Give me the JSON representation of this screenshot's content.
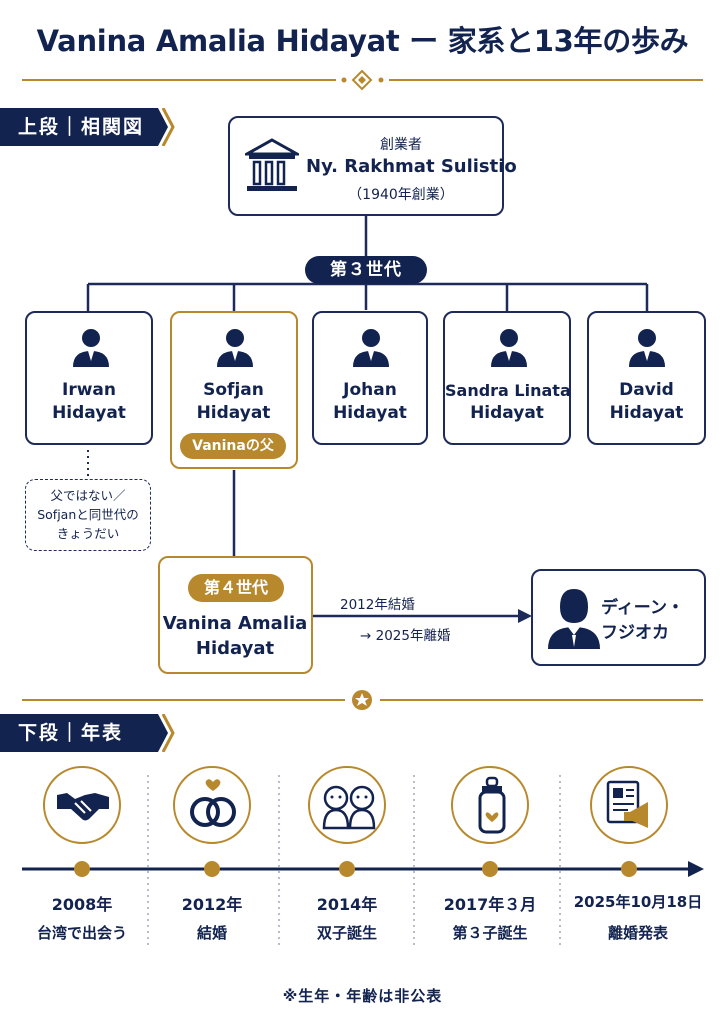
{
  "title": "Vanina Amalia Hidayat ー 家系と13年の歩み",
  "upper_section": "上段｜相関図",
  "lower_section": "下段｜年表",
  "founder": {
    "role": "創業者",
    "name": "Ny. Rakhmat Sulistio",
    "note": "（1940年創業）"
  },
  "generation3": {
    "label": "第３世代",
    "members": [
      {
        "first": "Irwan",
        "last": "Hidayat"
      },
      {
        "first": "Sofjan",
        "last": "Hidayat",
        "badge": "Vaninaの父"
      },
      {
        "first": "Johan",
        "last": "Hidayat"
      },
      {
        "first": "Sandra Linata",
        "last": "Hidayat"
      },
      {
        "first": "David",
        "last": "Hidayat"
      }
    ]
  },
  "irwan_note": [
    "父ではない／",
    "Sofjanと同世代の",
    "きょうだい"
  ],
  "generation4": {
    "label": "第４世代",
    "name_line1": "Vanina Amalia",
    "name_line2": "Hidayat"
  },
  "marriage": {
    "line1": "2012年結婚",
    "line2": "→ 2025年離婚"
  },
  "spouse": {
    "line1": "ディーン・",
    "line2": "フジオカ"
  },
  "timeline": [
    {
      "year": "2008年",
      "desc": "台湾で出会う",
      "icon": "handshake-icon"
    },
    {
      "year": "2012年",
      "desc": "結婚",
      "icon": "rings-icon"
    },
    {
      "year": "2014年",
      "desc": "双子誕生",
      "icon": "twins-icon"
    },
    {
      "year": "2017年３月",
      "desc": "第３子誕生",
      "icon": "baby-bottle-icon"
    },
    {
      "year": "2025年10月18日",
      "desc": "離婚発表",
      "icon": "announcement-icon"
    }
  ],
  "footnote": "※生年・年齢は非公表",
  "colors": {
    "navy": "#13234f",
    "gold": "#b8892c"
  }
}
